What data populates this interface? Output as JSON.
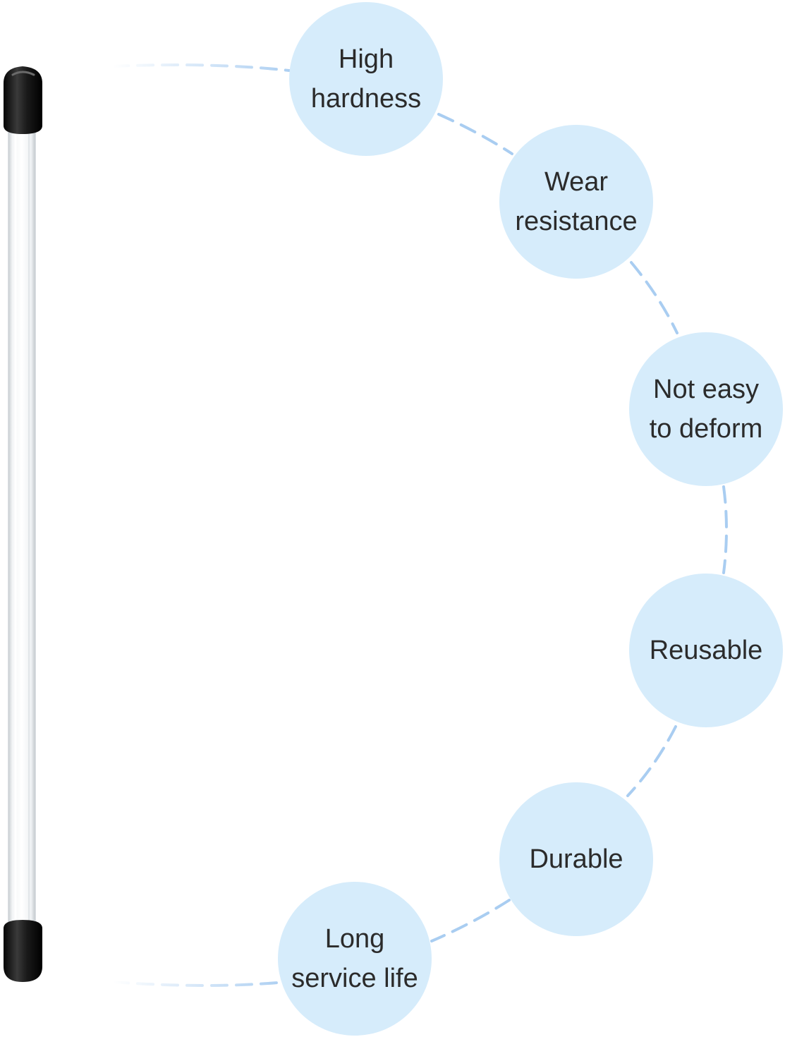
{
  "colors": {
    "circle_fill": "#d6ecfb",
    "connector": "#a9cdf1",
    "text": "#2b2b2b",
    "cap": "#121212",
    "tube_edge": "#cfd4d8"
  },
  "product": {
    "icon": "clear-tube-with-black-end-caps"
  },
  "features": [
    {
      "lines": [
        "High",
        "hardness"
      ]
    },
    {
      "lines": [
        "Wear",
        "resistance"
      ]
    },
    {
      "lines": [
        "Not easy",
        "to deform"
      ]
    },
    {
      "lines": [
        "Reusable"
      ]
    },
    {
      "lines": [
        "Durable"
      ]
    },
    {
      "lines": [
        "Long",
        "service life"
      ]
    }
  ]
}
